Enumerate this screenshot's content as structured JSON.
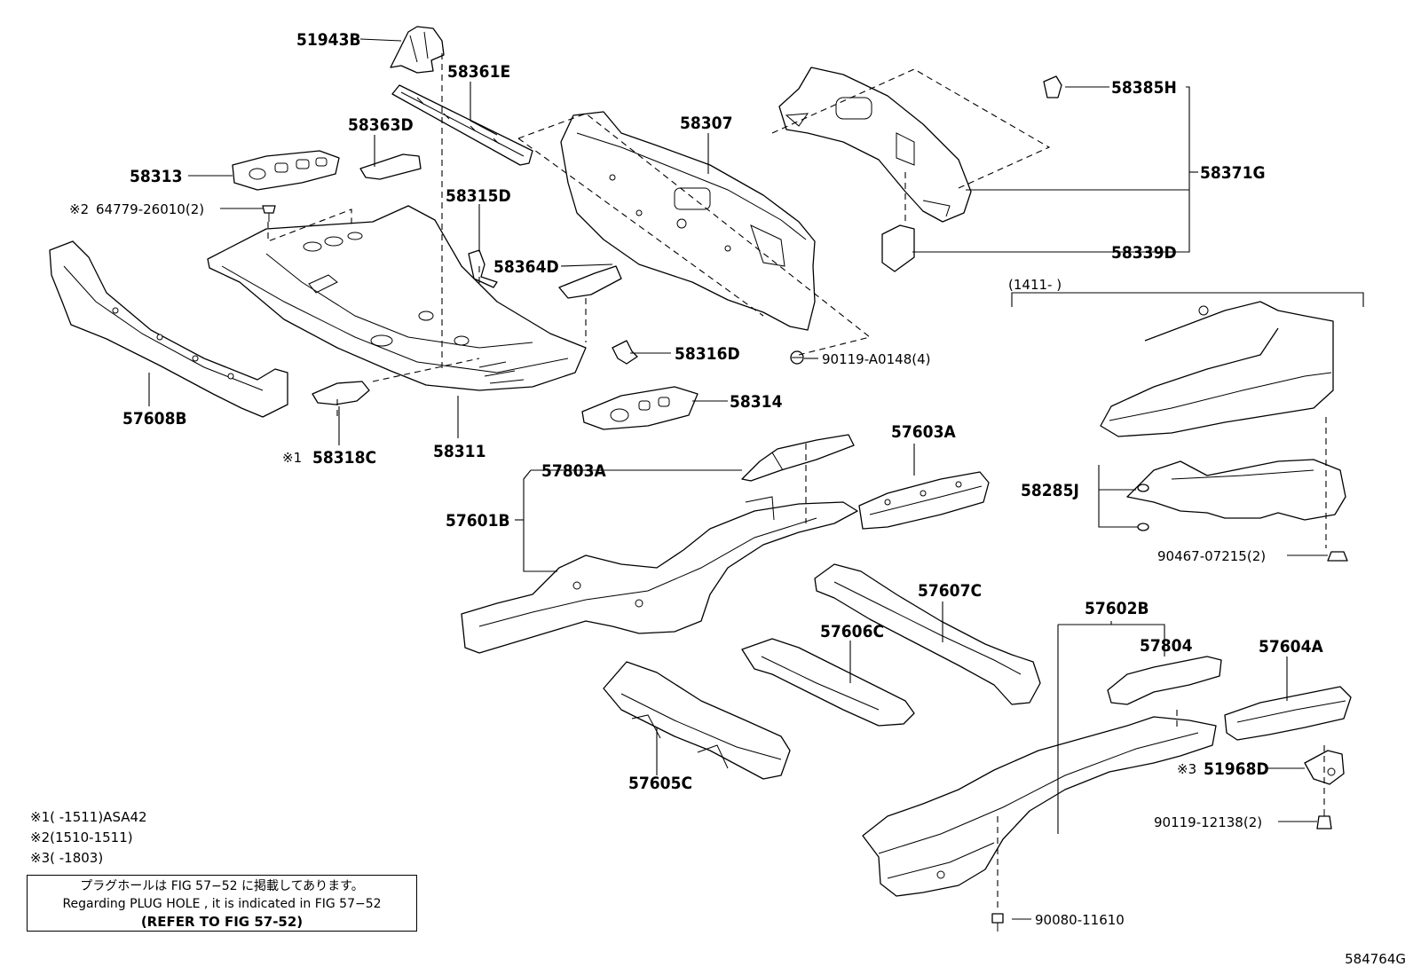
{
  "labels": {
    "p51943B": "51943B",
    "p58361E": "58361E",
    "p58363D": "58363D",
    "p58313": "58313",
    "p64779": "64779-26010(2)",
    "p58315D": "58315D",
    "p58307": "58307",
    "p58385H": "58385H",
    "p58371G": "58371G",
    "p58339D": "58339D",
    "p58364D": "58364D",
    "p58316D": "58316D",
    "p90119a": "90119-A0148(4)",
    "p58314": "58314",
    "p57608B": "57608B",
    "p58318C": "58318C",
    "p58311": "58311",
    "p57803A": "57803A",
    "p57603A": "57603A",
    "p57601B": "57601B",
    "p57607C": "57607C",
    "p57606C": "57606C",
    "p57605C": "57605C",
    "p57602B": "57602B",
    "p57804": "57804",
    "p57604A": "57604A",
    "p51968D": "51968D",
    "p90119b": "90119-12138(2)",
    "p90080": "90080-11610",
    "p58285J": "58285J",
    "p90467": "90467-07215(2)",
    "range1411": "(1411-    )"
  },
  "marks": {
    "m1": "※1",
    "m2": "※2",
    "m3": "※3"
  },
  "footnotes": [
    {
      "mark": "※1",
      "text": "(      -1511)ASA42"
    },
    {
      "mark": "※2",
      "text": "(1510-1511)"
    },
    {
      "mark": "※3",
      "text": "(      -1803)"
    }
  ],
  "note_box": {
    "line1": "プラグホールは FIG 57−52 に掲載してあります。",
    "line2": "Regarding  PLUG  HOLE , it is indicated in FIG  57−52",
    "line3": "(REFER TO FIG 57-52)"
  },
  "figure_id": "584764G"
}
